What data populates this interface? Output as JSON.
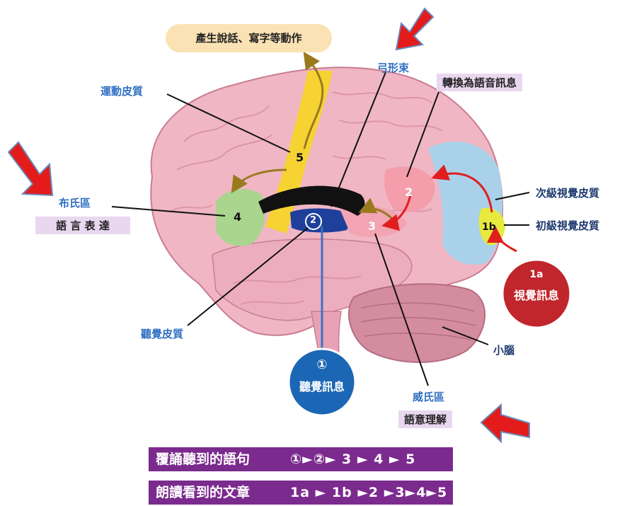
{
  "labels": {
    "output_action": "產生說話、寫字等動作",
    "motor_cortex": "運動皮質",
    "arcuate": "弓形束",
    "convert_to_sound": "轉換為語音訊息",
    "broca": "布氏區",
    "broca_function": "語 言 表 達",
    "secondary_visual": "次級視覺皮質",
    "primary_visual": "初級視覺皮質",
    "visual_info_num": "1a",
    "visual_info": "視覺訊息",
    "auditory_cortex": "聽覺皮質",
    "auditory_info_num": "①",
    "auditory_info": "聽覺訊息",
    "cerebellum": "小腦",
    "wernicke": "威氏區",
    "wernicke_function": "語意理解"
  },
  "region_numbers": {
    "n5": "5",
    "n4": "4",
    "n2": "2",
    "n3": "3",
    "n1b": "1b",
    "n_circ2": "2"
  },
  "pathways": [
    {
      "title": "覆誦聽到的語句",
      "sequence": "①►②► 3 ► 4 ► 5"
    },
    {
      "title": "朗讀看到的文章",
      "sequence": "1a ► 1b ►2 ►3►4►5"
    }
  ],
  "colors": {
    "brain": "#f0b6c4",
    "motor": "#f5d52a",
    "broca": "#a9d58f",
    "auditory": "#1e3f9a",
    "wernicke": "#f0a0ae",
    "visual_secondary": "#a9d2ea",
    "visual_primary": "#e7ea3c",
    "cerebellum": "#d48c9f",
    "arrow": "#e01e1e",
    "bar": "#7b2a8e",
    "output_box": "#fbe2b4",
    "blue_circle": "#1b67b5",
    "red_circle": "#c0262c"
  }
}
